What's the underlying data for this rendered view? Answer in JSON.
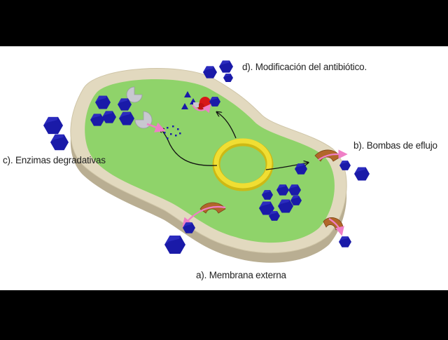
{
  "labels": {
    "modification": "d). Modificación del antibiótico.",
    "efflux": "b). Bombas de eflujo",
    "enzymes": "c). Enzimas degradativas",
    "membrane": "a). Membrana externa"
  },
  "colors": {
    "letterbox": "#000000",
    "background": "#ffffff",
    "cell_wall": "#e2d9bf",
    "cytoplasm": "#8fd36a",
    "plasmid": "#e6d21a",
    "antibiotic": "#1a1aa8",
    "pump": "#b2662a",
    "enzyme": "#c8c8d0",
    "modifier": "#d81818",
    "arrow_pink": "#ef7fc6",
    "arrow_black": "#111111"
  }
}
